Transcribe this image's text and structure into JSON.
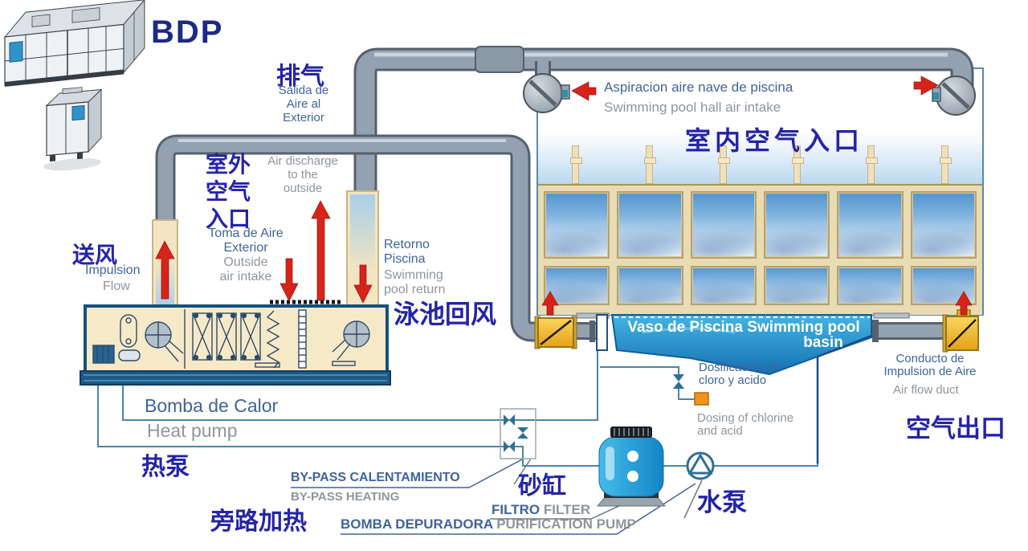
{
  "brand": "BDP",
  "colors": {
    "brand_navy": "#1b2a85",
    "cjk_blue": "#2424a8",
    "spanish_blue": "#3f639c",
    "english_gray": "#8f959b",
    "pipe_gray": "#93a1b0",
    "duct_cream": "#f3e5c2",
    "water_line_blue": "#4886a8",
    "basin_blue": "#1f8dc8",
    "valve_yellow": "#f2bc2e",
    "arrow_red": "#d62418",
    "dosing_orange": "#f0941f"
  },
  "labels": {
    "exhaust": {
      "zh": "排气",
      "es": [
        "Salida de",
        "Aire al",
        "Exterior"
      ],
      "en": [
        "Air discharge",
        "to the",
        "outside"
      ]
    },
    "outside_air": {
      "zh": [
        "室外",
        "空气",
        "入口"
      ],
      "es": [
        "Toma de Aire",
        "Exterior"
      ],
      "en": [
        "Outside",
        "air intake"
      ]
    },
    "supply_air": {
      "zh": "送风",
      "es": "Impulsion",
      "en": "Flow"
    },
    "pool_return": {
      "es": [
        "Retorno",
        "Piscina"
      ],
      "en": [
        "Swimming",
        "pool return"
      ],
      "zh": "泳池回风"
    },
    "hall_intake": {
      "es": "Aspiracion aire nave de piscina",
      "en": "Swimming pool hall air intake",
      "zh": "室内空气入口"
    },
    "basin": {
      "line1": "Vaso de Piscina  Swimming pool",
      "line2": "basin"
    },
    "dosing": {
      "es": [
        "Dosificacion de",
        "cloro y acido"
      ],
      "en": [
        "Dosing of chlorine",
        "and acid"
      ]
    },
    "air_duct": {
      "es": [
        "Conducto de",
        "Impulsion de Aire"
      ],
      "en": "Air flow duct",
      "zh": "空气出口"
    },
    "heat_pump": {
      "es": "Bomba de Calor",
      "en": "Heat pump",
      "zh": "热泵"
    },
    "bypass": {
      "es": "BY-PASS CALENTAMIENTO",
      "en": "BY-PASS HEATING",
      "zh": "旁路加热"
    },
    "filter": {
      "es": "FILTRO",
      "en": "FILTER",
      "zh": "砂缸"
    },
    "purification_pump": {
      "es": "BOMBA DEPURADORA",
      "en": "PURIFICATION PUMP",
      "zh": "水泵"
    }
  }
}
